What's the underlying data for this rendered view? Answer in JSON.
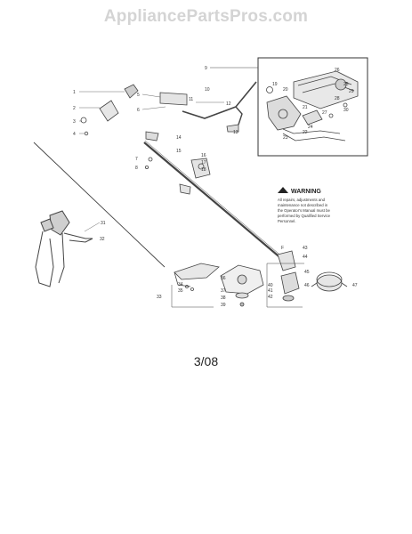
{
  "watermark": "AppliancePartsPros.com",
  "warning": {
    "title": "WARNING",
    "lines": [
      "All repairs, adjustments and",
      "maintenance not described in",
      "the Operator's Manual must be",
      "performed by Qualified Service",
      "Personnel."
    ]
  },
  "revision": "3/08",
  "callouts": [
    "1",
    "2",
    "3",
    "4",
    "5",
    "6",
    "7",
    "8",
    "9",
    "10",
    "11",
    "12",
    "13",
    "14",
    "15",
    "16",
    "17",
    "18",
    "19",
    "20",
    "21",
    "22",
    "23",
    "24",
    "25",
    "26",
    "27",
    "28",
    "29",
    "30",
    "31",
    "32",
    "33",
    "34",
    "35",
    "36",
    "37",
    "38",
    "39",
    "40",
    "41",
    "42",
    "43",
    "44",
    "45",
    "46",
    "47",
    "F"
  ]
}
